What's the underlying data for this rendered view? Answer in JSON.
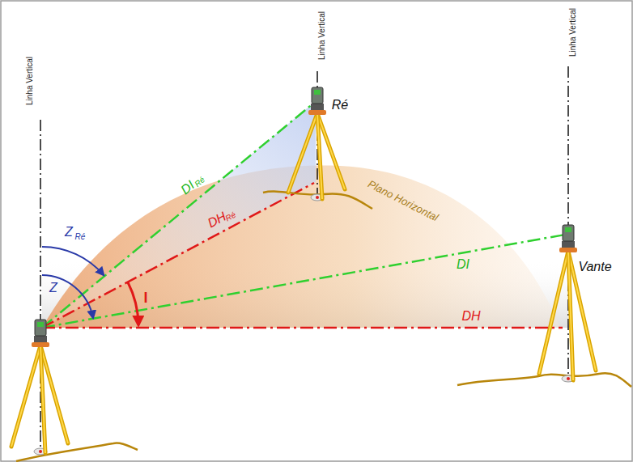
{
  "diagram": {
    "labels": [
      "Linha Vertical",
      "Linha Vertical",
      "Linha Vertical",
      "Ré",
      "Vante",
      "DI",
      "Ré",
      "DH",
      "Ré",
      "Plano Horizontal",
      "DI",
      "DH",
      "Z",
      "Ré",
      "Z",
      "I"
    ]
  }
}
